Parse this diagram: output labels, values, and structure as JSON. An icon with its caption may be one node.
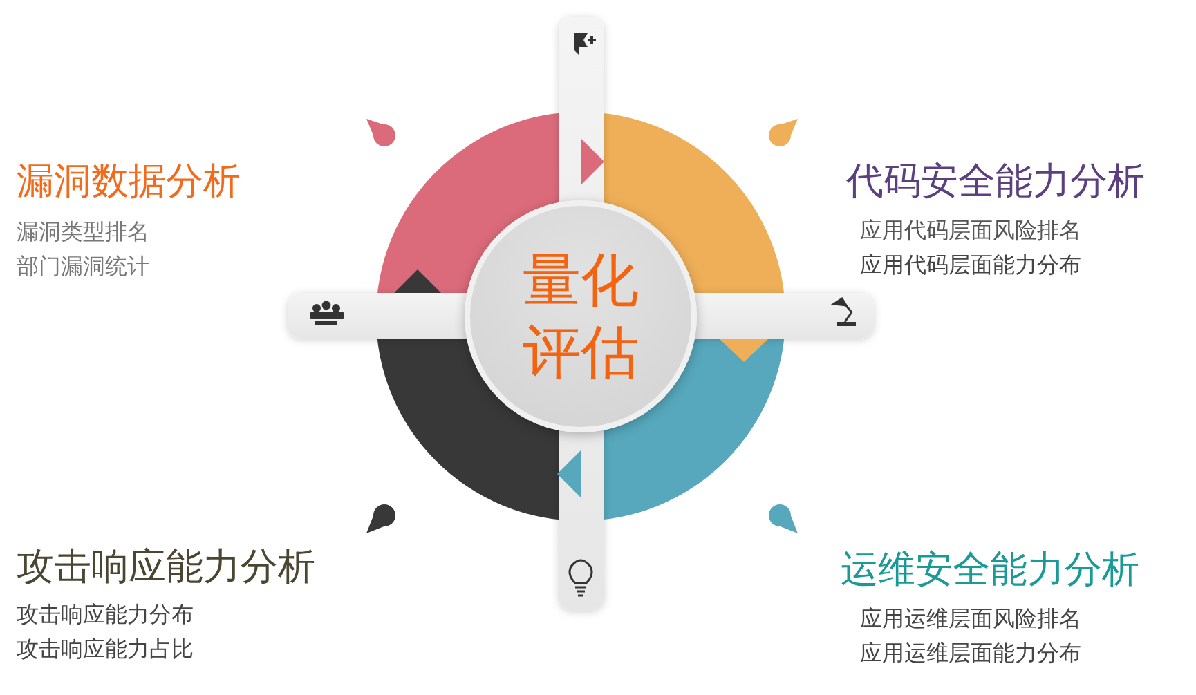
{
  "diagram": {
    "nodes": [
      {
        "text": [
          "量化评估"
        ]
      }
    ],
    "labels": [
      "漏洞数据分析",
      "漏洞类型排名",
      "部门漏洞统计",
      "代码安全能力分析",
      "应用代码层面风险排名",
      "应用代码层面能力分布",
      "攻击响应能力分析",
      "攻击响应能力分布",
      "攻击响应能力占比",
      "运维安全能力分析",
      "应用运维层面风险排名",
      "应用运维层面能力分布"
    ]
  }
}
